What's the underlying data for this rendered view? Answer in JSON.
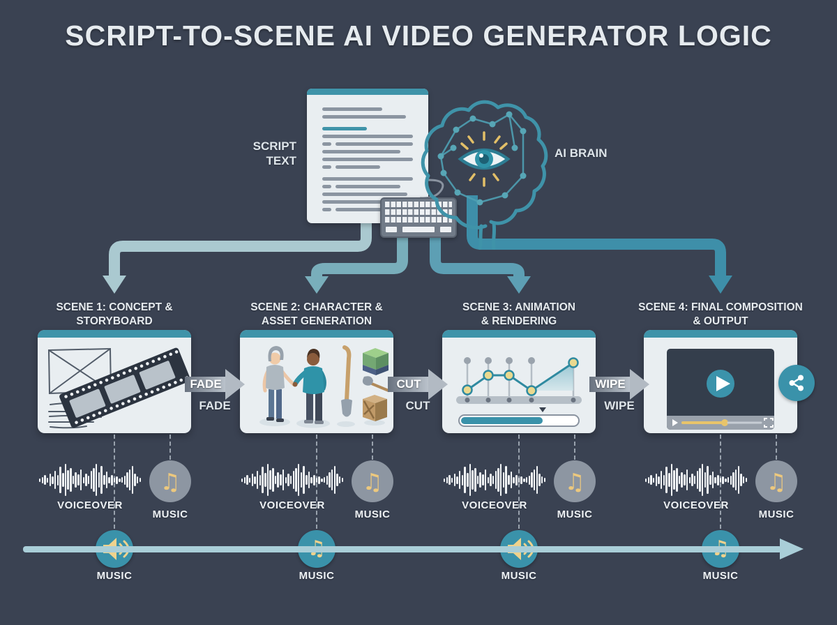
{
  "title": "SCRIPT-TO-SCENE AI VIDEO GENERATOR LOGIC",
  "colors": {
    "background": "#3a4252",
    "teal": "#3f93a9",
    "teal_dark": "#2f8aa0",
    "pale_pipe": "#aac9d0",
    "card_bg": "#e9eef1",
    "gold": "#ecc87e",
    "arrow_gray": "#8d96a2",
    "text_light": "#e6ebef"
  },
  "header": {
    "script_label_line1": "SCRIPT",
    "script_label_line2": "TEXT",
    "script_icon": "script-document-icon",
    "input_icon": "keyboard-icon",
    "ai_icon": "ai-brain-eye-icon",
    "ai_label": "AI BRAIN"
  },
  "scenes": [
    {
      "title_line1": "SCENE 1: CONCEPT &",
      "title_line2": "STORYBOARD",
      "card_icons": [
        "storyboard-sketch-icon",
        "filmstrip-icon"
      ],
      "voiceover_label": "VOICEOVER",
      "music_label": "MUSIC"
    },
    {
      "title_line1": "SCENE 2: CHARACTER &",
      "title_line2": "ASSET GENERATION",
      "card_icons": [
        "character-figures-icon",
        "shovel-icon",
        "asset-crates-icon"
      ],
      "voiceover_label": "VOICEOVER",
      "music_label": "MUSIC"
    },
    {
      "title_line1": "SCENE 3: ANIMATION",
      "title_line2": "& RENDERING",
      "card_icons": [
        "keyframe-graph-icon",
        "progress-bar"
      ],
      "voiceover_label": "VOICEOVER",
      "music_label": "MUSIC"
    },
    {
      "title_line1": "SCENE 4: FINAL COMPOSITION",
      "title_line2": "& OUTPUT",
      "card_icons": [
        "video-player-icon",
        "play-icon",
        "share-icon"
      ],
      "voiceover_label": "VOICEOVER",
      "music_label": "MUSIC"
    }
  ],
  "transitions": [
    {
      "label": "FADE"
    },
    {
      "label": "CUT"
    },
    {
      "label": "WIPE"
    }
  ],
  "timeline": {
    "markers": [
      {
        "label": "MUSIC",
        "icon": "speaker-icon"
      },
      {
        "label": "MUSIC",
        "icon": "music-note-icon"
      },
      {
        "label": "MUSIC",
        "icon": "speaker-icon"
      },
      {
        "label": "MUSIC",
        "icon": "music-note-icon"
      }
    ]
  }
}
